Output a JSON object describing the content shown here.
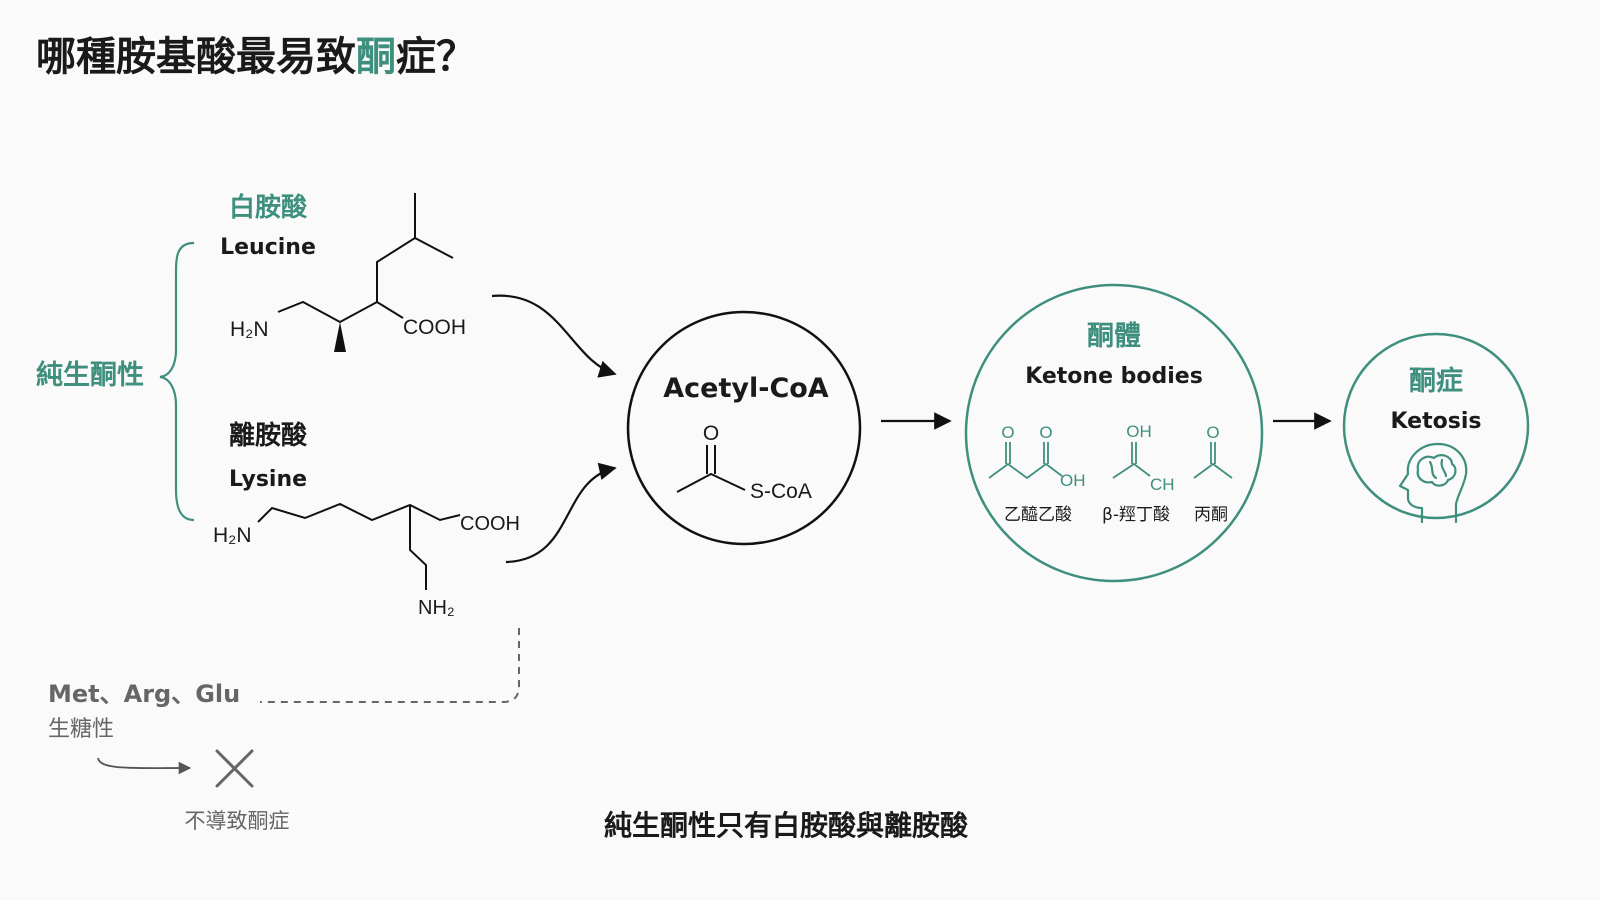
{
  "title": {
    "part1": "哪種胺基酸最易致",
    "accent": "酮",
    "part2": "症？"
  },
  "colors": {
    "accent": "#3f8f7f",
    "ink": "#111111",
    "muted": "#666666",
    "background": "#fafafa"
  },
  "ketogenic_group": {
    "label": "純生酮性"
  },
  "leucine": {
    "zh": "白胺酸",
    "en": "Leucine",
    "amine": "H₂N",
    "acid": "COOH"
  },
  "lysine": {
    "zh": "離胺酸",
    "en": "Lysine",
    "amine": "H₂N",
    "acid": "COOH",
    "side_amine": "NH₂"
  },
  "acetyl_coa": {
    "label": "Acetyl-CoA",
    "oxygen": "O",
    "thioester": "S-CoA"
  },
  "ketone_bodies": {
    "zh": "酮體",
    "en": "Ketone bodies",
    "compounds": [
      {
        "name": "乙醯乙酸",
        "atoms": [
          "O",
          "O",
          "OH"
        ]
      },
      {
        "name": "β-羥丁酸",
        "atoms": [
          "OH",
          "CH"
        ]
      },
      {
        "name": "丙酮",
        "atoms": [
          "O"
        ]
      }
    ]
  },
  "ketosis": {
    "zh": "酮症",
    "en": "Ketosis",
    "icon": "head-brain-icon"
  },
  "glucogenic": {
    "amino_acids": "Met、Arg、Glu",
    "label": "生糖性",
    "result_icon": "cross-icon",
    "result": "不導致酮症"
  },
  "conclusion": "純生酮性只有白胺酸與離胺酸"
}
